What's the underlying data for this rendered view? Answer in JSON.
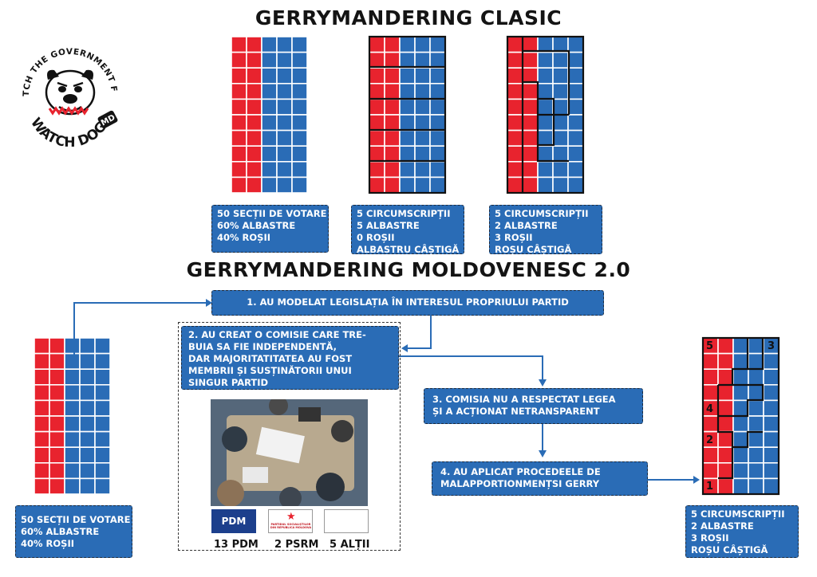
{
  "titles": {
    "classic": "GERRYMANDERING CLASIC",
    "moldova": "GERRYMANDERING MOLDOVENESC 2.0"
  },
  "logo": {
    "top_text": "WE WATCH THE GOVERNMENT FOR YOU",
    "bottom_text": "WATCH DOG",
    "badge": "MD"
  },
  "classic_boxes": [
    {
      "lines": [
        "50 SECȚII DE VOTARE",
        "60% ALBASTRE",
        "40% ROȘII"
      ]
    },
    {
      "lines": [
        "5 CIRCUMSCRIPȚII",
        "5 ALBASTRE",
        "0 ROȘII",
        "ALBASTRU CÂȘTIGĂ"
      ]
    },
    {
      "lines": [
        "5 CIRCUMSCRIPȚII",
        "2 ALBASTRE",
        "3 ROȘII",
        "ROȘU CÂȘTIGĂ"
      ]
    }
  ],
  "steps": [
    {
      "lines": [
        "1. AU MODELAT LEGISLAȚIA ÎN INTERESUL PROPRIULUI PARTID"
      ]
    },
    {
      "lines": [
        "2. AU CREAT O COMISIE CARE TRE-",
        "BUIA SA FIE INDEPENDENTĂ,",
        "DAR  MAJORITATITATEA AU FOST",
        "MEMBRII ȘI SUSȚINĂTORII UNUI",
        "SINGUR PARTID"
      ]
    },
    {
      "lines": [
        "3. COMISIA NU A RESPECTAT LEGEA",
        "ȘI  A  ACȚIONAT  NETRANSPARENT"
      ]
    },
    {
      "lines": [
        "4. AU APLICAT PROCEDEELE DE",
        "MALAPPORTIONMENȚSI GERRY"
      ]
    }
  ],
  "left_box": {
    "lines": [
      "50 SECȚII DE VOTARE",
      "60% ALBASTRE",
      "40% ROȘII"
    ]
  },
  "right_box": {
    "lines": [
      "5 CIRCUMSCRIPȚII",
      "2 ALBASTRE",
      "3 ROȘII",
      "ROȘU CÂȘTIGĂ"
    ]
  },
  "district_labels": [
    "5",
    "3",
    "4",
    "2",
    "1"
  ],
  "parties": [
    {
      "logo_text": "PDM",
      "label": "13 PDM"
    },
    {
      "logo_text": "PARTIDUL SOCIALIȘTILOR DIN REPUBLICA MOLDOVA",
      "label": "2 PSRM"
    },
    {
      "logo_text": "",
      "label": "5 ALȚII"
    }
  ],
  "colors": {
    "red": "#e8232e",
    "blue": "#2a6cb6",
    "line": "#1a1a1a"
  },
  "grid": {
    "columns": 5,
    "rows": 10,
    "red_columns": 2,
    "blue_columns": 3
  }
}
